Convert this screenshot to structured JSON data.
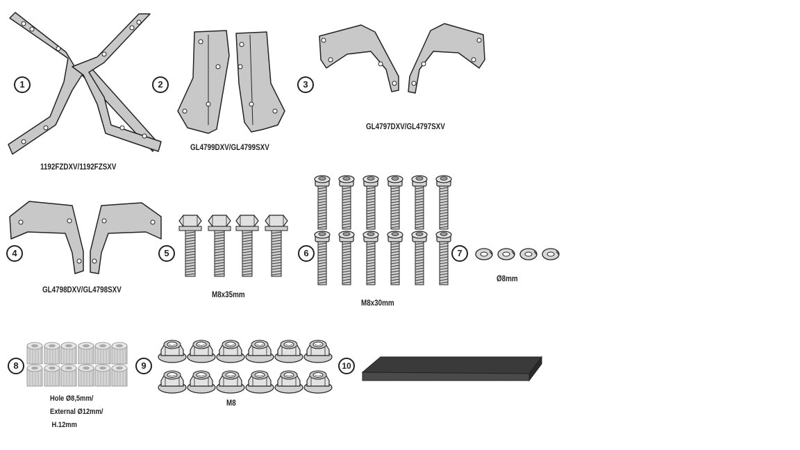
{
  "parts": [
    {
      "number": "1",
      "label": "1192FZDXV/1192FZSXV"
    },
    {
      "number": "2",
      "label": "GL4799DXV/GL4799SXV"
    },
    {
      "number": "3",
      "label": "GL4797DXV/GL4797SXV"
    },
    {
      "number": "4",
      "label": "GL4798DXV/GL4798SXV"
    },
    {
      "number": "5",
      "label": "M8x35mm"
    },
    {
      "number": "6",
      "label": "M8x30mm"
    },
    {
      "number": "7",
      "label": "Ø8mm"
    },
    {
      "number": "8",
      "label_lines": [
        "Hole Ø8,5mm/",
        "External Ø12mm/",
        "H.12mm"
      ]
    },
    {
      "number": "9",
      "label": "M8"
    },
    {
      "number": "10",
      "label": ""
    }
  ],
  "colors": {
    "part_fill": "#c8c8c8",
    "outline": "#222222",
    "pad": "#333333"
  }
}
